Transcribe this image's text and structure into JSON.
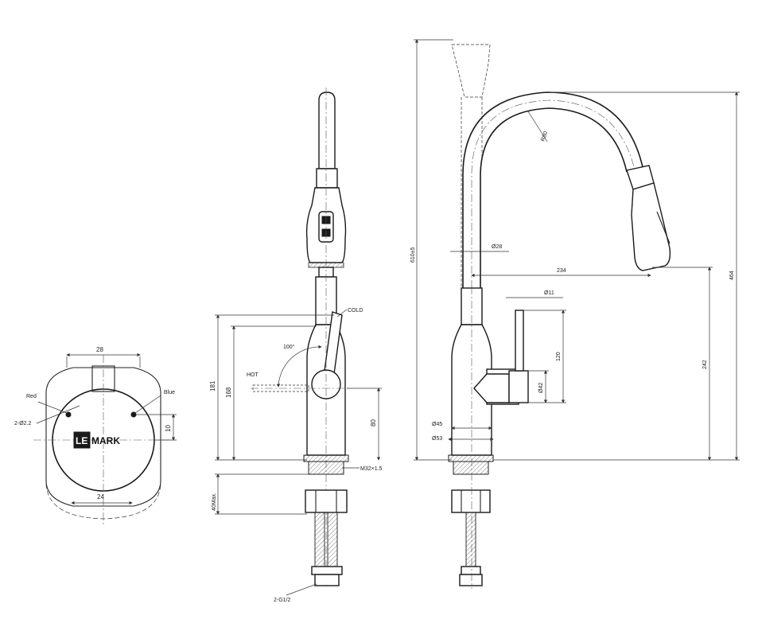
{
  "drawing": {
    "base_plate": {
      "dim_top": "28",
      "dim_bottom": "24",
      "dim_hole_offset": "10",
      "hole_spec": "2-Ø2.2",
      "label_red": "Red",
      "label_blue": "Blue",
      "logo_le": "LE",
      "logo_mark": "MARK"
    },
    "front_view": {
      "label_cold": "COLD",
      "label_hot": "HOT",
      "angle": "100°",
      "dim_181": "181",
      "dim_168": "168",
      "dim_80": "80",
      "thread": "M32×1.5",
      "dim_40max": "40Max.",
      "hose_thread": "2-G1/2"
    },
    "side_view": {
      "dim_total_height": "610±5",
      "dim_r": "R80",
      "dim_d28": "Ø28",
      "dim_reach": "234",
      "dim_d11": "Ø11",
      "dim_120": "120",
      "dim_d42": "Ø42",
      "dim_d45": "Ø45",
      "dim_d53": "Ø53",
      "dim_242": "242",
      "dim_464": "464"
    }
  }
}
